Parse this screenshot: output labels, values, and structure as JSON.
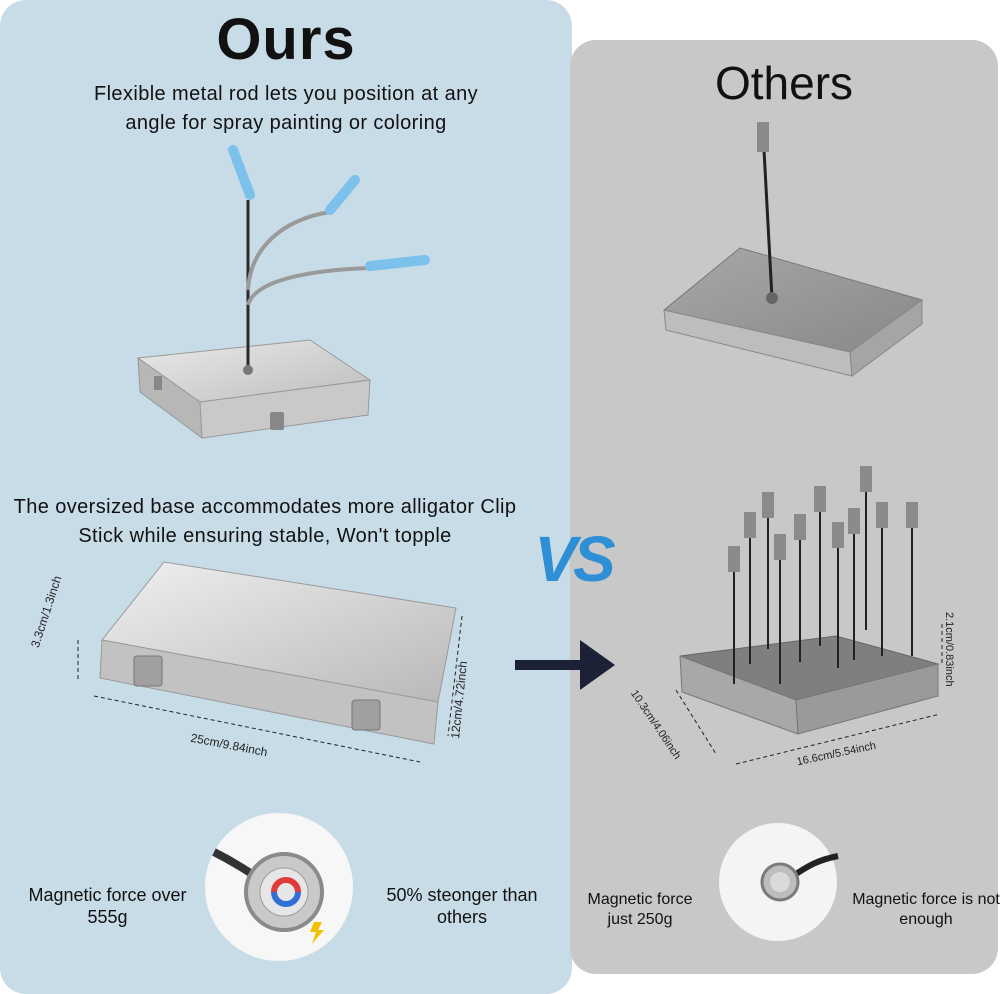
{
  "ours": {
    "title": "Ours",
    "rod_text": "Flexible metal rod lets you position at any angle for spray painting or coloring",
    "base_text": "The oversized base accommodates more alligator Clip Stick while ensuring stable, Won't topple",
    "dim_height": "3.3cm/1.3inch",
    "dim_length": "25cm/9.84inch",
    "dim_width": "12cm/4.72inch",
    "magnet_left": "Magnetic force over 555g",
    "magnet_right": "50% steonger than others"
  },
  "others": {
    "title": "Others",
    "dim_height": "2.1cm/0.83inch",
    "dim_width": "10.3cm/4.06inch",
    "dim_length": "16.6cm/5.54inch",
    "magnet_left": "Magnetic force just 250g",
    "magnet_right": "Magnetic force is not enough"
  },
  "vs_label": "VS",
  "colors": {
    "left_panel": "#c8dce8",
    "right_panel": "#c8c8c8",
    "vs_blue": "#2f8fd6",
    "arrow": "#1c2136"
  }
}
